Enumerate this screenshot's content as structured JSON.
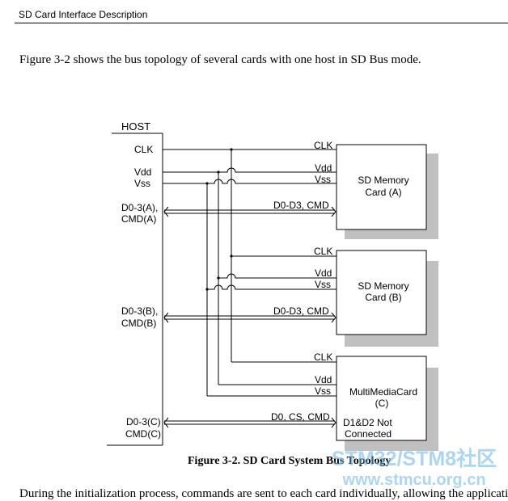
{
  "header": {
    "title": "SD Card Interface Description"
  },
  "intro_text": "Figure 3-2 shows the bus topology of several cards with one host in SD Bus mode.",
  "diagram": {
    "host": {
      "title": "HOST",
      "clk": "CLK",
      "vdd": "Vdd",
      "vss": "Vss",
      "d03a": "D0-3(A),",
      "cmda": "CMD(A)",
      "d03b": "D0-3(B),",
      "cmdb": "CMD(B)",
      "d03c": "D0-3(C)",
      "cmdc": "CMD(C)"
    },
    "cards": [
      {
        "line1": "SD Memory",
        "line2": "Card (A)",
        "clk": "CLK",
        "vdd": "Vdd",
        "vss": "Vss",
        "bus": "D0-D3, CMD"
      },
      {
        "line1": "SD Memory",
        "line2": "Card (B)",
        "clk": "CLK",
        "vdd": "Vdd",
        "vss": "Vss",
        "bus": "D0-D3, CMD"
      },
      {
        "line1": "MultiMediaCard",
        "line2": "(C)",
        "clk": "CLK",
        "vdd": "Vdd",
        "vss": "Vss",
        "bus": "D0, CS, CMD",
        "note1": "D1&D2 Not",
        "note2": "Connected"
      }
    ]
  },
  "caption": "Figure 3-2.  SD Card System Bus Topology",
  "bottom_text": "During the initialization process, commands are sent to each card individually, allowing the application",
  "watermark": {
    "line1": "STM32/STM8社区",
    "line2": "www.stmcu.org.cn"
  }
}
